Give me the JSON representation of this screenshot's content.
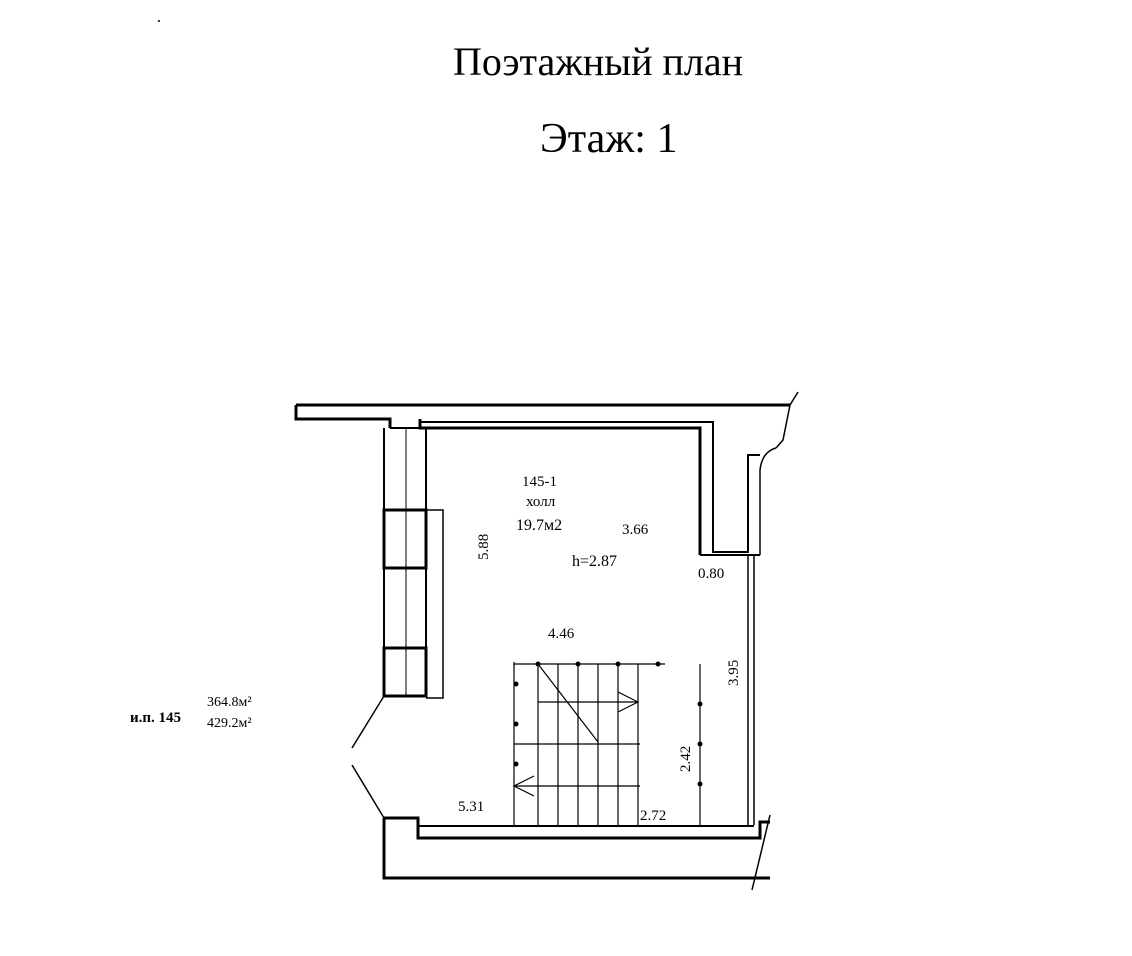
{
  "header": {
    "title": "Поэтажный план",
    "floor_label": "Этаж:",
    "floor_number": "1"
  },
  "room": {
    "number": "145-1",
    "name": "холл",
    "area": "19.7м2",
    "height": "h=2.87"
  },
  "dimensions": {
    "left_wall": "5.88",
    "top_right": "3.66",
    "niche_width": "0.80",
    "stair_width": "4.46",
    "right_wall": "3.95",
    "stair_height": "2.42",
    "bottom_left": "5.31",
    "bottom_right": "2.72"
  },
  "legend": {
    "label": "и.п. 145",
    "area_1": "364.8м²",
    "area_2": "429.2м²"
  }
}
